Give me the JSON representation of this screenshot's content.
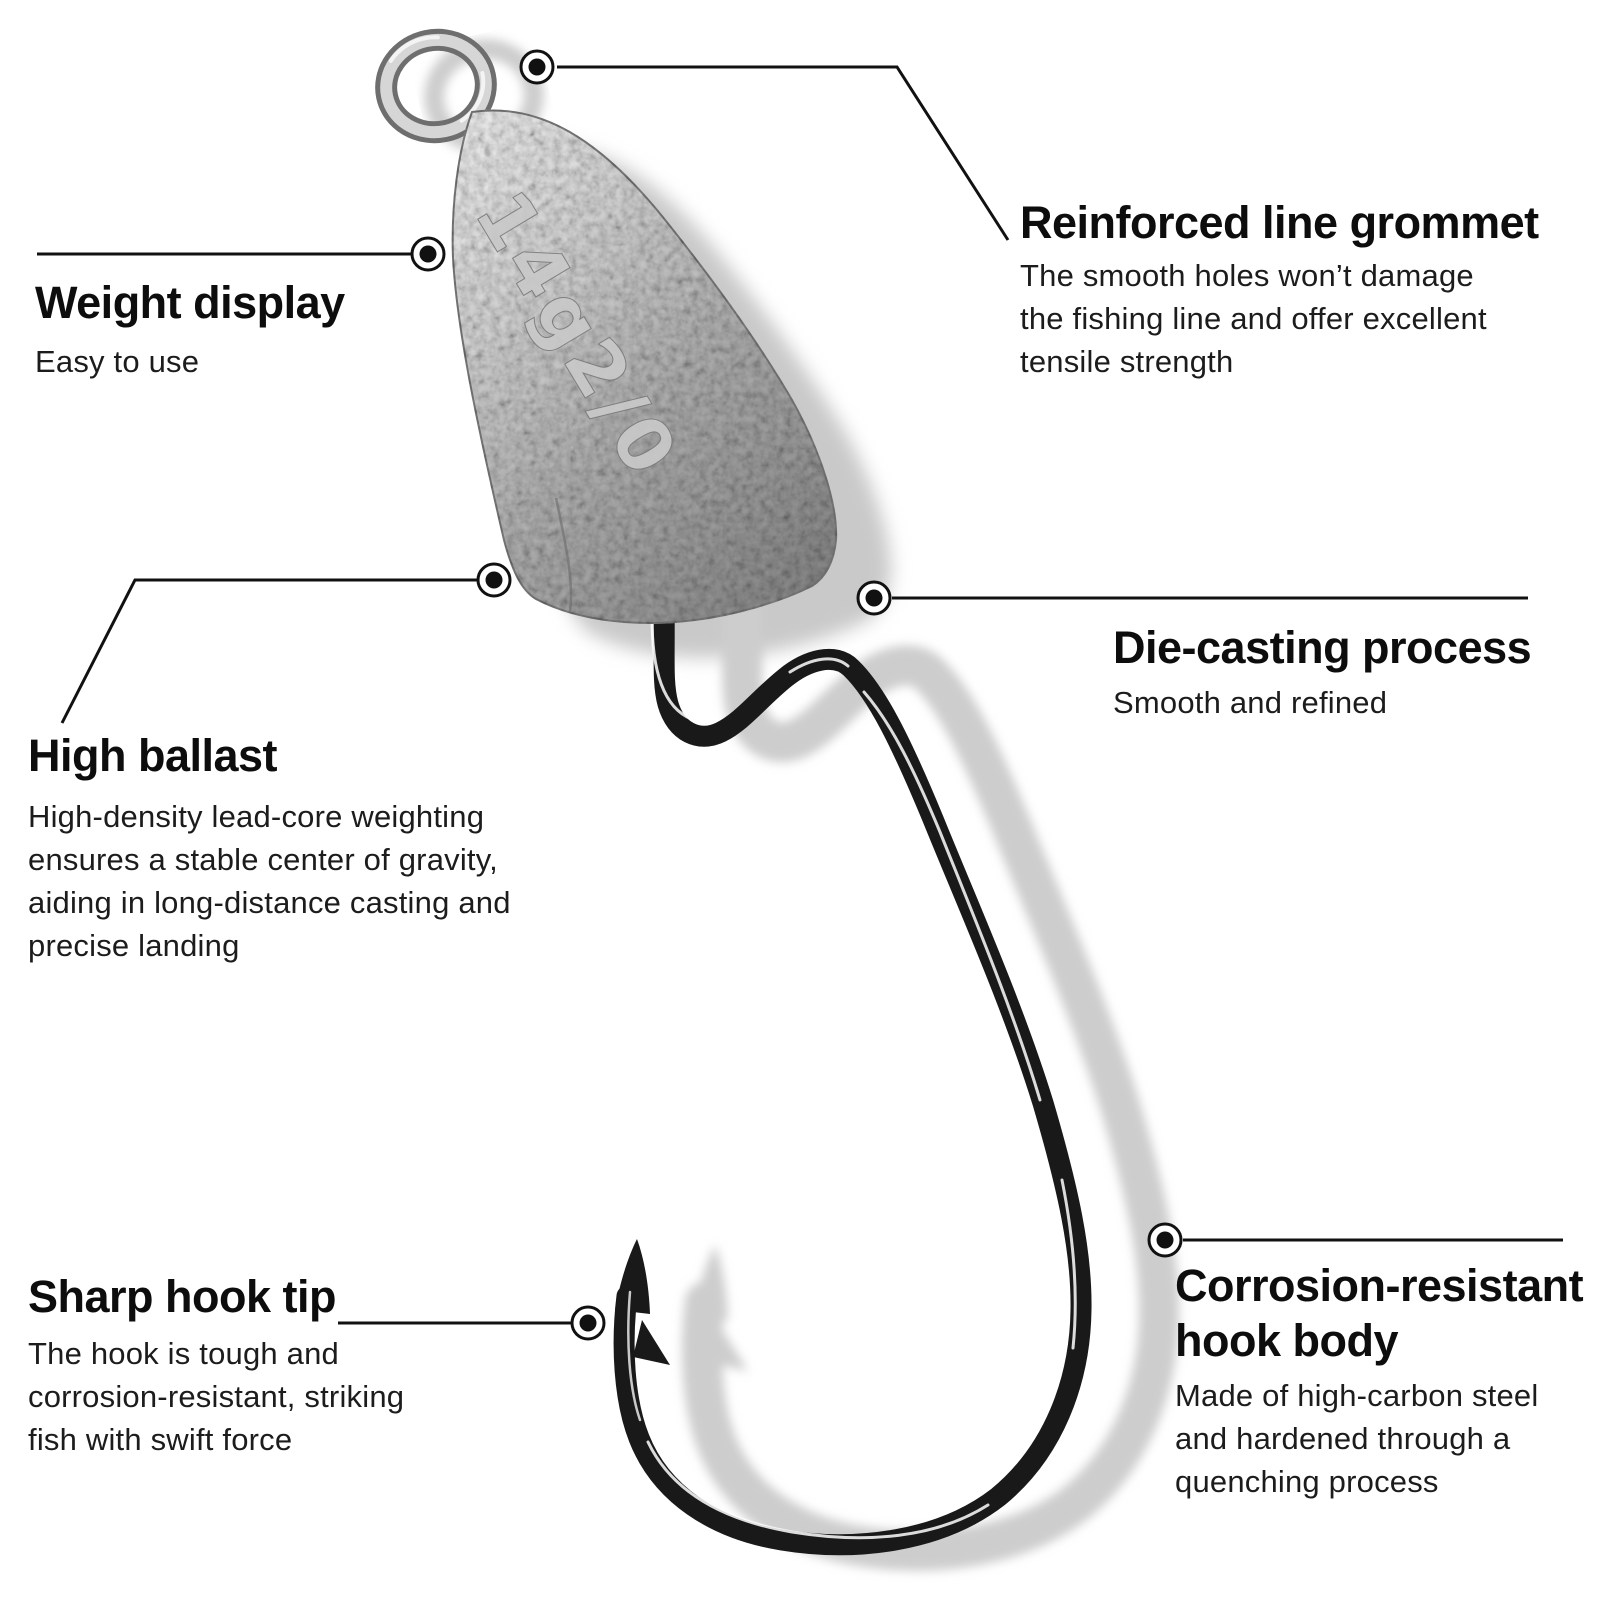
{
  "illustration": {
    "engraving": "14g2/0",
    "colors": {
      "background": "#ffffff",
      "text": "#0d0d0d",
      "connector": "#111111",
      "hook": "#1a1a1a",
      "shadow": "#cdcdcd",
      "weight_light": "#f2f2f2",
      "weight_dark": "#878787"
    }
  },
  "callouts": {
    "weight_display": {
      "title": "Weight display",
      "description": [
        "Easy to use"
      ]
    },
    "line_grommet": {
      "title": "Reinforced line grommet",
      "description": [
        "The smooth holes won’t damage",
        "the fishing line and offer excellent",
        "tensile strength"
      ]
    },
    "high_ballast": {
      "title": "High ballast",
      "description": [
        "High-density lead-core weighting",
        "ensures a stable center of gravity,",
        "aiding in long-distance casting and",
        "precise landing"
      ]
    },
    "die_casting": {
      "title": "Die-casting process",
      "description": [
        "Smooth and refined"
      ]
    },
    "sharp_hook_tip": {
      "title": "Sharp hook tip",
      "description": [
        "The hook is tough and",
        "corrosion-resistant, striking",
        "fish with swift force"
      ]
    },
    "hook_body": {
      "title": [
        "Corrosion-resistant",
        "hook body"
      ],
      "description": [
        "Made of high-carbon steel",
        "and hardened through a",
        "quenching process"
      ]
    }
  }
}
